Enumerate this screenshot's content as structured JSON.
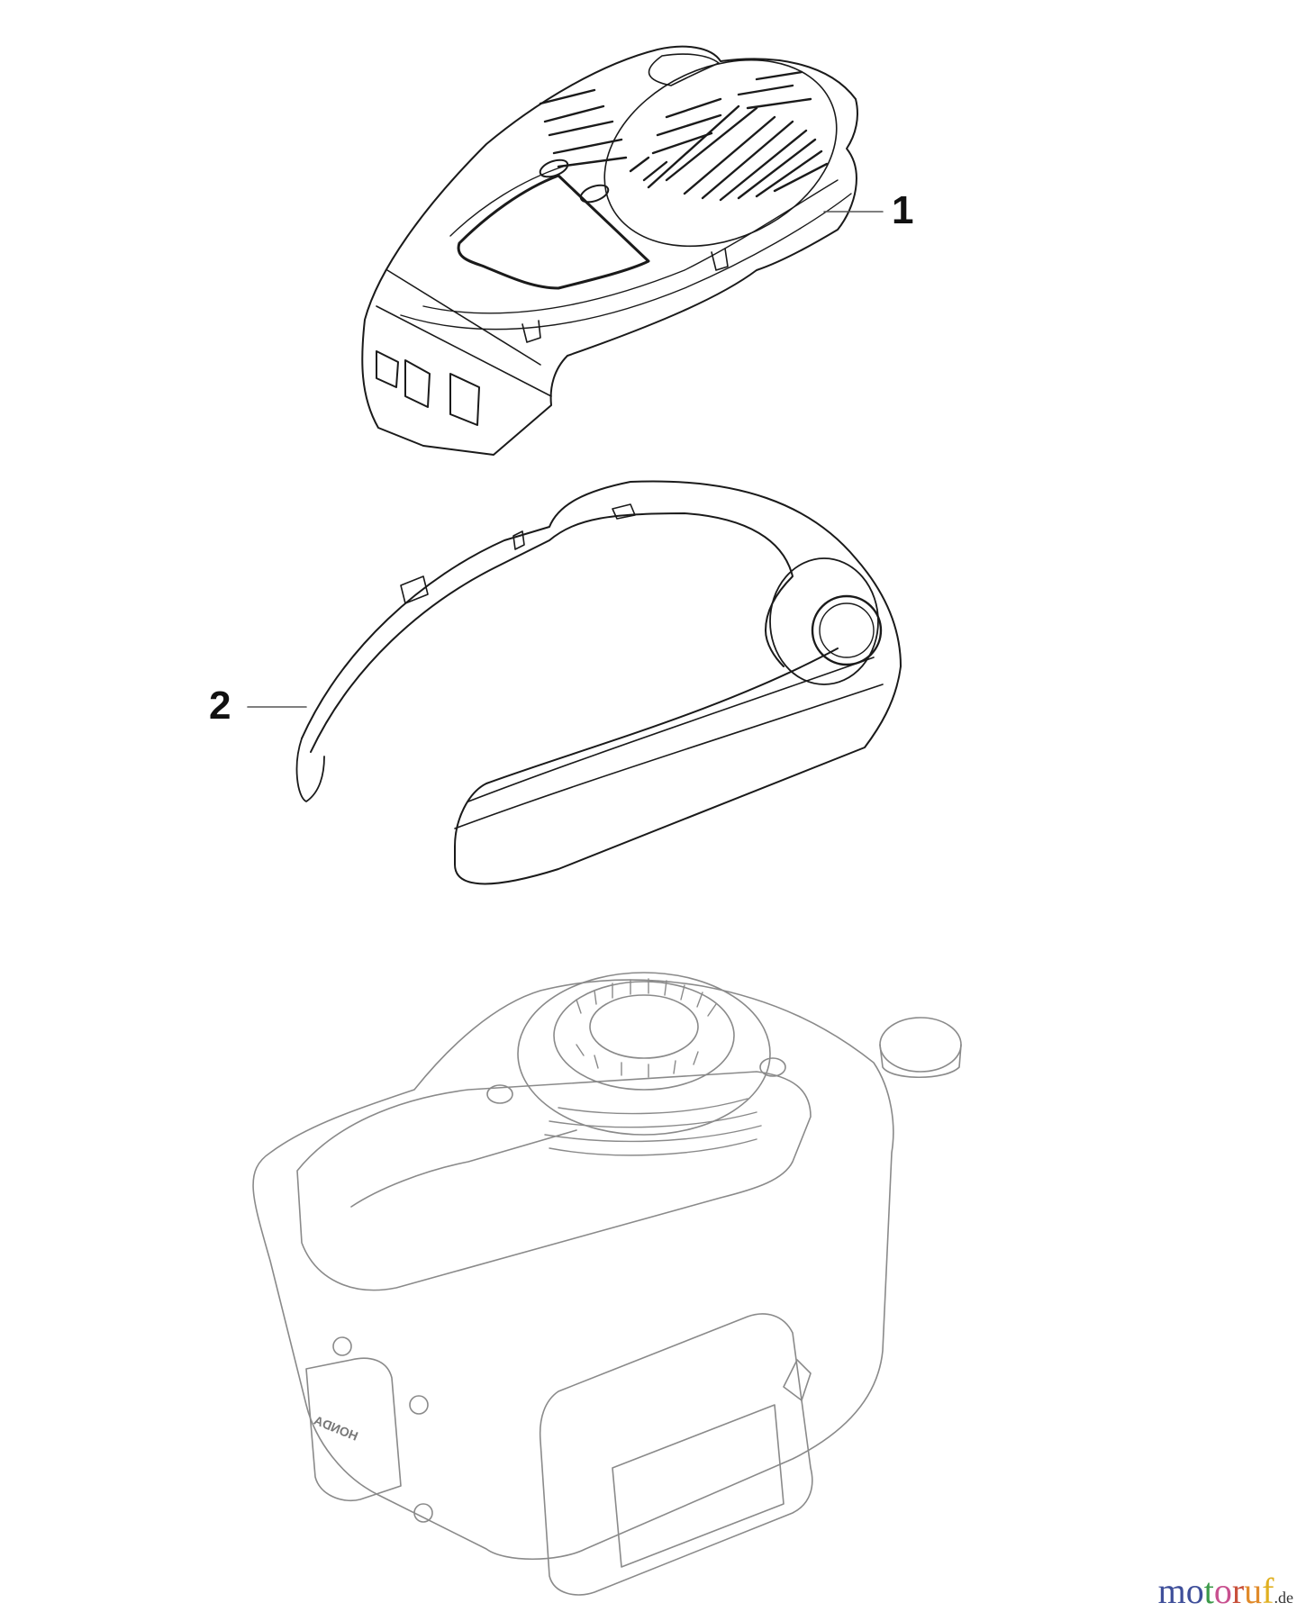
{
  "diagram": {
    "type": "exploded-parts-diagram",
    "parts": [
      {
        "number": "1",
        "label": "1",
        "description": "top engine cover with vent grille"
      },
      {
        "number": "2",
        "label": "2",
        "description": "cover frame / surround ring"
      }
    ],
    "engine": {
      "description": "engine (reference, drawn in light gray)",
      "brand_marking": "HONDA"
    }
  },
  "watermark": {
    "letters": [
      {
        "char": "m",
        "color": "#3f4f9a"
      },
      {
        "char": "o",
        "color": "#3f4f9a"
      },
      {
        "char": "t",
        "color": "#3c9a4a"
      },
      {
        "char": "o",
        "color": "#c8508f"
      },
      {
        "char": "r",
        "color": "#c8503a"
      },
      {
        "char": "u",
        "color": "#e08a2a"
      },
      {
        "char": "f",
        "color": "#e0b020"
      }
    ],
    "suffix": ".de"
  }
}
